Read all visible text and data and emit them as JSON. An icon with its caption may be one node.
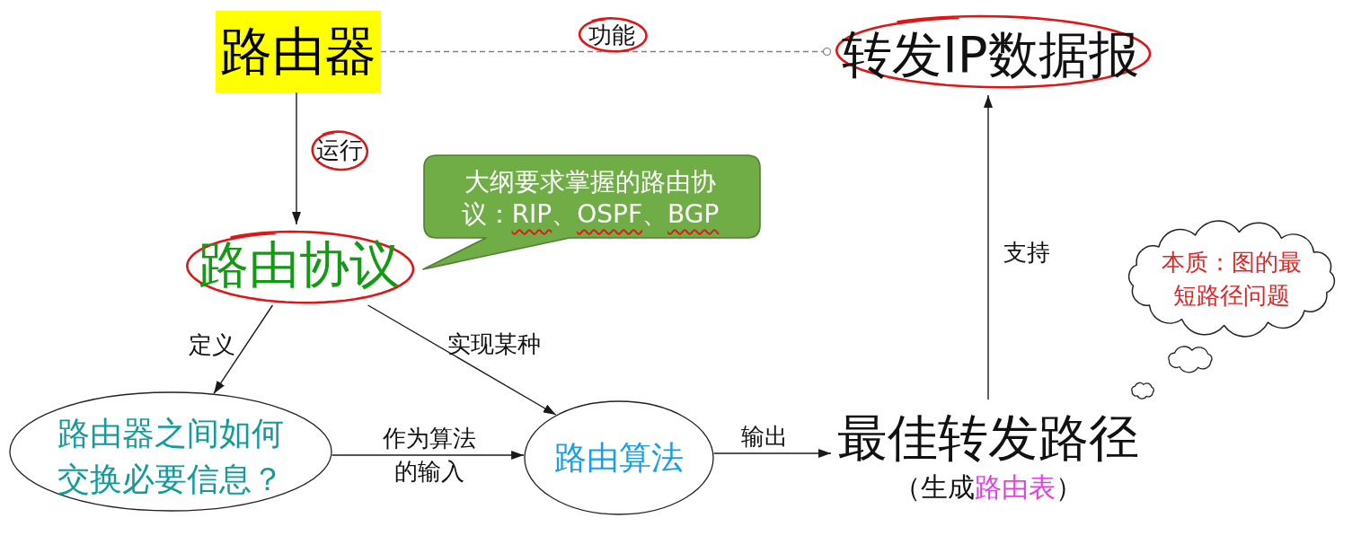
{
  "diagram": {
    "nodes": [
      {
        "text": [
          "路由器"
        ]
      },
      {
        "text": [
          "转发IP数据报"
        ]
      },
      {
        "text": [
          "路由协议"
        ]
      },
      {
        "text": [
          "大纲要求掌握的路由协议：*RIP*、*OSPF*、*BGP*"
        ]
      },
      {
        "text": [
          "路由器之间如何交换必要信息？"
        ]
      },
      {
        "text": [
          "路由算法"
        ]
      },
      {
        "text": [
          "最佳转发路径",
          "（生成**路由表**）"
        ]
      },
      {
        "text": [
          "本质：图的最短路径问题"
        ]
      }
    ],
    "edges": [
      {
        "from": 0,
        "to": 1,
        "arrow": "other",
        "label": "功能",
        "style": "dashed",
        "color": "#808080"
      },
      {
        "from": 0,
        "to": 2,
        "arrow": "to",
        "label": "运行"
      },
      {
        "from": 2,
        "to": 4,
        "arrow": "to",
        "label": "定义"
      },
      {
        "from": 2,
        "to": 5,
        "arrow": "to",
        "label": "实现某种"
      },
      {
        "from": 4,
        "to": 5,
        "arrow": "to",
        "label": "作为算法的输入"
      },
      {
        "from": 5,
        "to": 6,
        "arrow": "to",
        "label": "输出"
      },
      {
        "from": 6,
        "to": 1,
        "arrow": "to",
        "label": "支持"
      }
    ]
  }
}
